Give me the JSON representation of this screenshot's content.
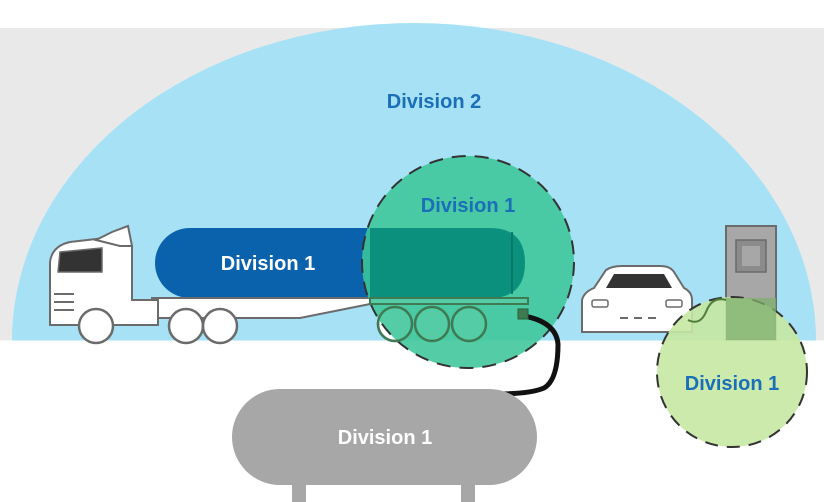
{
  "zones": {
    "outer_zone_label": "Division 2",
    "tanker_label": "Division 1",
    "coupling_zone_label": "Division 1",
    "dispenser_zone_label": "Division 1",
    "storage_tank_label": "Division 1"
  },
  "colors": {
    "background_band": "#e9e9ea",
    "division_2_fill": "#a6e1f6",
    "tanker_blue": "#0a62ad",
    "division_1_green": "#3cc69a",
    "division_1_light_green": "#c6e8a2",
    "label_blue": "#1a6fb8",
    "label_white": "#ffffff",
    "storage_tank_gray": "#a7a7a8",
    "outline_gray": "#6b6b6b"
  },
  "icons": [
    "tanker-truck-icon",
    "car-icon",
    "fuel-dispenser-icon",
    "fuel-hose-icon"
  ]
}
